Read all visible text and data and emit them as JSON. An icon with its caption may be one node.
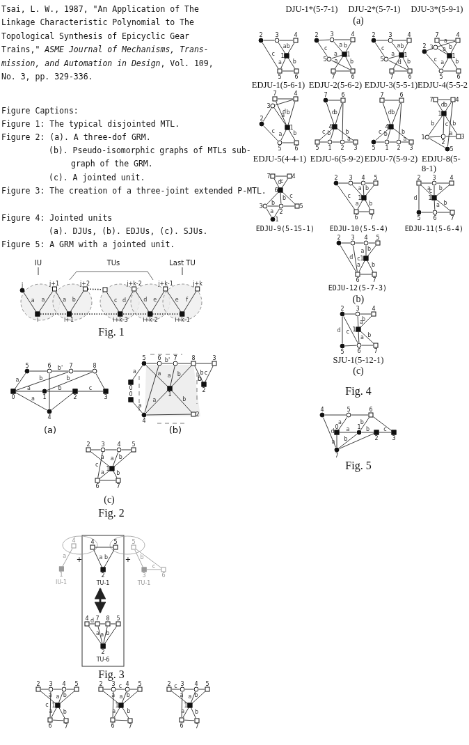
{
  "diagram": {
    "nodes": [
      {
        "text": [
          "j"
        ]
      },
      {
        "text": [
          "j+1"
        ]
      },
      {
        "text": [
          "j+2"
        ]
      },
      {
        "text": [],
        "shape": "box"
      },
      {
        "text": [
          "j+k-2"
        ]
      },
      {
        "text": [
          "j+k-1"
        ]
      },
      {
        "text": [
          "j+k"
        ]
      },
      {
        "text": [
          "i"
        ]
      },
      {
        "text": [
          "i+1"
        ]
      },
      {
        "text": [
          "i+k-3"
        ]
      },
      {
        "text": [
          "i+k-2"
        ]
      },
      {
        "text": [
          "i+k-1"
        ]
      },
      {
        "text": [
          "5"
        ]
      },
      {
        "text": [
          "6"
        ]
      },
      {
        "text": [
          "7"
        ]
      },
      {
        "text": [
          "8"
        ]
      },
      {
        "text": [
          "0"
        ]
      },
      {
        "text": [
          "1"
        ]
      },
      {
        "text": [
          "2"
        ]
      },
      {
        "text": [
          "3"
        ]
      },
      {
        "text": [
          "4"
        ]
      },
      {
        "text": [
          "5"
        ]
      },
      {
        "text": [
          "6"
        ]
      },
      {
        "text": [
          "7"
        ]
      },
      {
        "text": [
          "8"
        ]
      },
      {
        "text": [
          "3"
        ]
      },
      {
        "text": [
          "0"
        ]
      },
      {
        "text": [
          "0"
        ]
      },
      {
        "text": [
          "1"
        ]
      },
      {
        "text": [
          "2"
        ]
      },
      {
        "text": [
          "4"
        ]
      },
      {
        "text": [
          "2"
        ]
      },
      {
        "text": [
          "2"
        ]
      },
      {
        "text": [
          "3"
        ]
      },
      {
        "text": [
          "4"
        ]
      },
      {
        "text": [
          "5"
        ]
      },
      {
        "text": [
          "1"
        ]
      },
      {
        "text": [
          "6"
        ]
      },
      {
        "text": [
          "7"
        ]
      },
      {
        "text": [
          "4"
        ]
      },
      {
        "text": [
          "1"
        ],
        "beside": [
          "IU-1"
        ]
      },
      {
        "text": [
          "4"
        ]
      },
      {
        "text": [
          "5"
        ]
      },
      {
        "text": [
          "2"
        ],
        "beside": [
          "TU-1"
        ]
      },
      {
        "text": [
          "5"
        ]
      },
      {
        "text": [
          "3"
        ],
        "beside": [
          "TU-1"
        ]
      },
      {
        "text": [
          "6"
        ]
      },
      {
        "text": [
          "4"
        ]
      },
      {
        "text": [
          "7"
        ]
      },
      {
        "text": [
          "8"
        ]
      },
      {
        "text": [
          "5"
        ]
      },
      {
        "text": [
          "2"
        ],
        "beside": [
          "TU-6"
        ]
      },
      {
        "text": [
          "2"
        ]
      },
      {
        "text": [
          "3"
        ]
      },
      {
        "text": [
          "4"
        ]
      },
      {
        "text": [
          "5"
        ]
      },
      {
        "text": [
          "1"
        ]
      },
      {
        "text": [
          "6"
        ]
      },
      {
        "text": [
          "7"
        ]
      },
      {
        "text": [
          "2"
        ]
      },
      {
        "text": [
          "3"
        ]
      },
      {
        "text": [
          "4"
        ]
      },
      {
        "text": [
          "5"
        ]
      },
      {
        "text": [
          "1"
        ]
      },
      {
        "text": [
          "6"
        ]
      },
      {
        "text": [
          "7"
        ]
      },
      {
        "text": [
          "2"
        ]
      },
      {
        "text": [
          "3"
        ]
      },
      {
        "text": [
          "4"
        ]
      },
      {
        "text": [
          "5"
        ]
      },
      {
        "text": [
          "1"
        ]
      },
      {
        "text": [
          "6"
        ]
      },
      {
        "text": [
          "7"
        ]
      },
      {
        "text": [
          "2"
        ]
      },
      {
        "text": [
          "3"
        ]
      },
      {
        "text": [
          "4"
        ]
      },
      {
        "text": [
          "1"
        ]
      },
      {
        "text": [
          "5"
        ]
      },
      {
        "text": [
          "6"
        ]
      },
      {
        "text": [
          "2"
        ]
      },
      {
        "text": [
          "3"
        ]
      },
      {
        "text": [
          "4"
        ]
      },
      {
        "text": [
          "1"
        ]
      },
      {
        "text": [
          "5"
        ]
      },
      {
        "text": [
          "7"
        ]
      },
      {
        "text": [
          "6"
        ]
      },
      {
        "text": [
          "2"
        ]
      },
      {
        "text": [
          "3"
        ]
      },
      {
        "text": [
          "4"
        ]
      },
      {
        "text": [
          "1"
        ]
      },
      {
        "text": [
          "5"
        ]
      },
      {
        "text": [
          "7"
        ]
      },
      {
        "text": [
          "6"
        ]
      },
      {
        "text": [
          "7"
        ]
      },
      {
        "text": [
          "4"
        ]
      },
      {
        "text": [
          "3"
        ]
      },
      {
        "text": [
          "2"
        ]
      },
      {
        "text": [
          "1"
        ]
      },
      {
        "text": [
          "5"
        ]
      },
      {
        "text": [
          "6"
        ]
      },
      {
        "text": [
          "7"
        ]
      },
      {
        "text": [
          "4"
        ]
      },
      {
        "text": [
          "3"
        ]
      },
      {
        "text": [
          "2"
        ]
      },
      {
        "text": [
          "1"
        ]
      },
      {
        "text": [
          "5"
        ]
      },
      {
        "text": [
          "6"
        ]
      },
      {
        "text": [
          "7"
        ]
      },
      {
        "text": [
          "6"
        ]
      },
      {
        "text": [
          "4"
        ]
      },
      {
        "text": [
          "5"
        ]
      },
      {
        "text": [
          "1"
        ]
      },
      {
        "text": [
          "2"
        ]
      },
      {
        "text": [
          "3"
        ]
      },
      {
        "text": [
          "7"
        ]
      },
      {
        "text": [
          "6"
        ]
      },
      {
        "text": [
          "4"
        ]
      },
      {
        "text": [
          "5"
        ]
      },
      {
        "text": [
          "1"
        ]
      },
      {
        "text": [
          "2"
        ]
      },
      {
        "text": [
          "3"
        ]
      },
      {
        "text": [
          "7"
        ]
      },
      {
        "text": [
          "4"
        ]
      },
      {
        "text": [
          "1"
        ]
      },
      {
        "text": [
          "1"
        ]
      },
      {
        "text": [
          "2"
        ]
      },
      {
        "text": [
          "3"
        ]
      },
      {
        "text": [
          "5"
        ]
      },
      {
        "text": [
          "7"
        ]
      },
      {
        "text": [
          "4"
        ]
      },
      {
        "text": [
          "6"
        ]
      },
      {
        "text": [
          "3"
        ]
      },
      {
        "text": [
          "2"
        ]
      },
      {
        "text": [
          "5"
        ]
      },
      {
        "text": [
          "1"
        ]
      },
      {
        "text": [
          "2"
        ]
      },
      {
        "text": [
          "3"
        ]
      },
      {
        "text": [
          "4"
        ]
      },
      {
        "text": [
          "5"
        ]
      },
      {
        "text": [
          "1"
        ]
      },
      {
        "text": [
          "6"
        ]
      },
      {
        "text": [
          "7"
        ]
      },
      {
        "text": [
          "2"
        ]
      },
      {
        "text": [
          "3"
        ]
      },
      {
        "text": [
          "4"
        ]
      },
      {
        "text": [
          "1"
        ]
      },
      {
        "text": [
          "5"
        ]
      },
      {
        "text": [
          "6"
        ]
      },
      {
        "text": [
          "7"
        ]
      },
      {
        "text": [
          "2"
        ]
      },
      {
        "text": [
          "3"
        ]
      },
      {
        "text": [
          "4"
        ]
      },
      {
        "text": [
          "5"
        ]
      },
      {
        "text": [
          "1"
        ]
      },
      {
        "text": [
          "6"
        ]
      },
      {
        "text": [
          "7"
        ]
      },
      {
        "text": [
          "2"
        ]
      },
      {
        "text": [
          "3"
        ]
      },
      {
        "text": [
          "4"
        ]
      },
      {
        "text": [
          "1"
        ]
      },
      {
        "text": [
          "5"
        ]
      },
      {
        "text": [
          "6"
        ]
      },
      {
        "text": [
          "7"
        ]
      },
      {
        "text": [
          "4"
        ]
      },
      {
        "text": [
          "5"
        ]
      },
      {
        "text": [
          "6"
        ]
      },
      {
        "text": [
          "0"
        ]
      },
      {
        "text": [
          "1"
        ]
      },
      {
        "text": [
          "2"
        ]
      },
      {
        "text": [
          "3"
        ]
      },
      {
        "text": [
          "7"
        ]
      },
      {
        "text": [
          "IU"
        ]
      },
      {
        "text": [
          "Last TU"
        ]
      }
    ],
    "edges": [
      {
        "from": 0,
        "to": 7,
        "arrow": "none",
        "label": "a"
      },
      {
        "from": 7,
        "to": 1,
        "arrow": "none",
        "label": "a"
      },
      {
        "from": 1,
        "to": 8,
        "arrow": "none",
        "label": "a"
      },
      {
        "from": 8,
        "to": 2,
        "arrow": "none",
        "label": "b"
      },
      {
        "from": 2,
        "to": 3,
        "arrow": "none",
        "style": "dashed"
      },
      {
        "from": 3,
        "to": 9,
        "arrow": "none",
        "label": "c"
      },
      {
        "from": 9,
        "to": 4,
        "arrow": "none",
        "label": "d"
      },
      {
        "from": 4,
        "to": 10,
        "arrow": "none",
        "label": "d"
      },
      {
        "from": 10,
        "to": 5,
        "arrow": "none",
        "label": "e"
      },
      {
        "from": 5,
        "to": 11,
        "arrow": "none",
        "label": "e"
      },
      {
        "from": 11,
        "to": 6,
        "arrow": "none",
        "label": "f"
      },
      {
        "from": 7,
        "to": 11,
        "arrow": "none",
        "style": "dashed"
      },
      {
        "from": 12,
        "to": 13,
        "arrow": "none"
      },
      {
        "from": 13,
        "to": 14,
        "arrow": "none",
        "label": "b'"
      },
      {
        "from": 14,
        "to": 15,
        "arrow": "none"
      },
      {
        "from": 12,
        "to": 16,
        "arrow": "none",
        "label": "a"
      },
      {
        "from": 16,
        "to": 14,
        "arrow": "none",
        "label": "b"
      },
      {
        "from": 17,
        "to": 15,
        "arrow": "none",
        "label": "b"
      },
      {
        "from": 16,
        "to": 17,
        "arrow": "none",
        "label": "a"
      },
      {
        "from": 17,
        "to": 18,
        "arrow": "none",
        "label": "b"
      },
      {
        "from": 18,
        "to": 19,
        "arrow": "none",
        "label": "c"
      },
      {
        "from": 15,
        "to": 19,
        "arrow": "none"
      },
      {
        "from": 16,
        "to": 20,
        "arrow": "none",
        "label": "a"
      },
      {
        "from": 13,
        "to": 20,
        "arrow": "none"
      },
      {
        "from": 20,
        "to": 18,
        "arrow": "none"
      },
      {
        "from": 21,
        "to": 22,
        "arrow": "none"
      },
      {
        "from": 22,
        "to": 23,
        "arrow": "none",
        "label": "b'"
      },
      {
        "from": 23,
        "to": 24,
        "arrow": "none"
      },
      {
        "from": 24,
        "to": 25,
        "arrow": "none"
      },
      {
        "from": 25,
        "to": 29,
        "arrow": "none",
        "label": "c"
      },
      {
        "from": 24,
        "to": 29,
        "arrow": "none",
        "label": "b"
      },
      {
        "from": 21,
        "to": 26,
        "arrow": "none",
        "label": "a"
      },
      {
        "from": 27,
        "to": 30,
        "arrow": "none",
        "label": "a"
      },
      {
        "from": 21,
        "to": 28,
        "arrow": "none",
        "label": "a"
      },
      {
        "from": 30,
        "to": 22,
        "arrow": "none"
      },
      {
        "from": 23,
        "to": 28,
        "arrow": "none",
        "label": "a"
      },
      {
        "from": 24,
        "to": 28,
        "arrow": "none",
        "label": "b"
      },
      {
        "from": 28,
        "to": 30,
        "arrow": "none",
        "label": "a"
      },
      {
        "from": 28,
        "to": 31,
        "arrow": "none",
        "label": "b"
      },
      {
        "from": 30,
        "to": 31,
        "arrow": "none"
      },
      {
        "from": 32,
        "to": 33,
        "arrow": "none"
      },
      {
        "from": 33,
        "to": 34,
        "arrow": "none"
      },
      {
        "from": 34,
        "to": 35,
        "arrow": "none"
      },
      {
        "from": 32,
        "to": 36,
        "arrow": "none",
        "label": "a"
      },
      {
        "from": 34,
        "to": 36,
        "arrow": "none",
        "label": "a"
      },
      {
        "from": 35,
        "to": 36,
        "arrow": "none",
        "label": "b"
      },
      {
        "from": 33,
        "to": 37,
        "arrow": "none",
        "label": "c"
      },
      {
        "from": 36,
        "to": 37,
        "arrow": "none",
        "label": "a"
      },
      {
        "from": 36,
        "to": 38,
        "arrow": "none",
        "label": "b"
      },
      {
        "from": 37,
        "to": 38,
        "arrow": "none"
      },
      {
        "from": 39,
        "to": 40,
        "arrow": "none",
        "label": "a",
        "color": "#999999"
      },
      {
        "from": 41,
        "to": 42,
        "arrow": "none"
      },
      {
        "from": 41,
        "to": 43,
        "arrow": "none",
        "label": "a"
      },
      {
        "from": 42,
        "to": 43,
        "arrow": "none",
        "label": "b"
      },
      {
        "from": 44,
        "to": 45,
        "arrow": "none",
        "label": "b",
        "color": "#999999"
      },
      {
        "from": 45,
        "to": 46,
        "arrow": "none",
        "label": "c",
        "color": "#999999"
      },
      {
        "from": 44,
        "to": 46,
        "arrow": "none",
        "color": "#999999"
      },
      {
        "from": 47,
        "to": 48,
        "arrow": "none",
        "label": "d"
      },
      {
        "from": 48,
        "to": 49,
        "arrow": "none"
      },
      {
        "from": 49,
        "to": 50,
        "arrow": "none"
      },
      {
        "from": 47,
        "to": 51,
        "arrow": "none",
        "label": "a"
      },
      {
        "from": 48,
        "to": 51,
        "arrow": "none"
      },
      {
        "from": 49,
        "to": 51,
        "arrow": "none",
        "label": "a"
      },
      {
        "from": 50,
        "to": 51,
        "arrow": "none",
        "label": "b"
      },
      {
        "from": 43,
        "to": 48,
        "arrow": "both",
        "style": "thick"
      },
      {
        "from": 52,
        "to": 53,
        "arrow": "none"
      },
      {
        "from": 53,
        "to": 54,
        "arrow": "none"
      },
      {
        "from": 54,
        "to": 55,
        "arrow": "none"
      },
      {
        "from": 52,
        "to": 56,
        "arrow": "none",
        "label": "a"
      },
      {
        "from": 54,
        "to": 56,
        "arrow": "none",
        "label": "a"
      },
      {
        "from": 55,
        "to": 56,
        "arrow": "none",
        "label": "b"
      },
      {
        "from": 53,
        "to": 57,
        "arrow": "none",
        "label": "c"
      },
      {
        "from": 56,
        "to": 57,
        "arrow": "none",
        "label": "a"
      },
      {
        "from": 56,
        "to": 58,
        "arrow": "none",
        "label": "b"
      },
      {
        "from": 57,
        "to": 58,
        "arrow": "none"
      },
      {
        "from": 59,
        "to": 60,
        "arrow": "none"
      },
      {
        "from": 60,
        "to": 61,
        "arrow": "none",
        "label": "c"
      },
      {
        "from": 61,
        "to": 62,
        "arrow": "none"
      },
      {
        "from": 59,
        "to": 63,
        "arrow": "none",
        "label": "a"
      },
      {
        "from": 61,
        "to": 63,
        "arrow": "none",
        "label": "a"
      },
      {
        "from": 62,
        "to": 63,
        "arrow": "none",
        "label": "b"
      },
      {
        "from": 60,
        "to": 64,
        "arrow": "none"
      },
      {
        "from": 63,
        "to": 64,
        "arrow": "none",
        "label": "a"
      },
      {
        "from": 63,
        "to": 65,
        "arrow": "none",
        "label": "b"
      },
      {
        "from": 64,
        "to": 65,
        "arrow": "none"
      },
      {
        "from": 66,
        "to": 67,
        "arrow": "none",
        "label": "c"
      },
      {
        "from": 67,
        "to": 68,
        "arrow": "none"
      },
      {
        "from": 68,
        "to": 69,
        "arrow": "none"
      },
      {
        "from": 66,
        "to": 70,
        "arrow": "none",
        "label": "a"
      },
      {
        "from": 68,
        "to": 70,
        "arrow": "none",
        "label": "a"
      },
      {
        "from": 69,
        "to": 70,
        "arrow": "none",
        "label": "b"
      },
      {
        "from": 67,
        "to": 71,
        "arrow": "none"
      },
      {
        "from": 70,
        "to": 71,
        "arrow": "none",
        "label": "a"
      },
      {
        "from": 70,
        "to": 72,
        "arrow": "none",
        "label": "b"
      },
      {
        "from": 71,
        "to": 72,
        "arrow": "none"
      },
      {
        "from": 73,
        "to": 74,
        "arrow": "none"
      },
      {
        "from": 74,
        "to": 75,
        "arrow": "none"
      },
      {
        "from": 73,
        "to": 77,
        "arrow": "none",
        "label": "c"
      },
      {
        "from": 74,
        "to": 76,
        "arrow": "none",
        "label": "a"
      },
      {
        "from": 75,
        "to": 76,
        "arrow": "none",
        "label": "b"
      },
      {
        "from": 76,
        "to": 77,
        "arrow": "none",
        "label": "a"
      },
      {
        "from": 76,
        "to": 78,
        "arrow": "none",
        "label": "b"
      },
      {
        "from": 77,
        "to": 78,
        "arrow": "none"
      },
      {
        "from": 79,
        "to": 80,
        "arrow": "none"
      },
      {
        "from": 80,
        "to": 81,
        "arrow": "none"
      },
      {
        "from": 79,
        "to": 83,
        "arrow": "none",
        "label": "c"
      },
      {
        "from": 80,
        "to": 82,
        "arrow": "none",
        "label": "a"
      },
      {
        "from": 83,
        "to": 82,
        "arrow": "none",
        "label": "a"
      },
      {
        "from": 81,
        "to": 82,
        "arrow": "none",
        "label": "b"
      },
      {
        "from": 82,
        "to": 84,
        "arrow": "none",
        "label": "a"
      },
      {
        "from": 82,
        "to": 85,
        "arrow": "none",
        "label": "b"
      },
      {
        "from": 84,
        "to": 85,
        "arrow": "none"
      },
      {
        "from": 83,
        "to": 85,
        "arrow": "none"
      },
      {
        "from": 86,
        "to": 87,
        "arrow": "none"
      },
      {
        "from": 87,
        "to": 88,
        "arrow": "none"
      },
      {
        "from": 86,
        "to": 90,
        "arrow": "none",
        "label": "c"
      },
      {
        "from": 87,
        "to": 89,
        "arrow": "none",
        "label": "a"
      },
      {
        "from": 90,
        "to": 89,
        "arrow": "none",
        "label": "a"
      },
      {
        "from": 88,
        "to": 89,
        "arrow": "none",
        "label": "b"
      },
      {
        "from": 90,
        "to": 92,
        "arrow": "none",
        "label": "d"
      },
      {
        "from": 89,
        "to": 92,
        "arrow": "none",
        "label": "b"
      },
      {
        "from": 91,
        "to": 92,
        "arrow": "none"
      },
      {
        "from": 91,
        "to": 89,
        "arrow": "none"
      },
      {
        "from": 93,
        "to": 94,
        "arrow": "none"
      },
      {
        "from": 95,
        "to": 94,
        "arrow": "none",
        "label": "a"
      },
      {
        "from": 93,
        "to": 97,
        "arrow": "none"
      },
      {
        "from": 96,
        "to": 95,
        "arrow": "none"
      },
      {
        "from": 95,
        "to": 97,
        "arrow": "none",
        "label": "a"
      },
      {
        "from": 94,
        "to": 97,
        "arrow": "none",
        "label": "b"
      },
      {
        "from": 96,
        "to": 98,
        "arrow": "none",
        "label": "c"
      },
      {
        "from": 97,
        "to": 98,
        "arrow": "none",
        "label": "a"
      },
      {
        "from": 97,
        "to": 99,
        "arrow": "none",
        "label": "b"
      },
      {
        "from": 98,
        "to": 99,
        "arrow": "none"
      },
      {
        "from": 100,
        "to": 101,
        "arrow": "none"
      },
      {
        "from": 102,
        "to": 101,
        "arrow": "none"
      },
      {
        "from": 100,
        "to": 104,
        "arrow": "none",
        "label": "d"
      },
      {
        "from": 102,
        "to": 104,
        "arrow": "none",
        "label": "a"
      },
      {
        "from": 101,
        "to": 104,
        "arrow": "none",
        "label": "b"
      },
      {
        "from": 103,
        "to": 102,
        "arrow": "none"
      },
      {
        "from": 103,
        "to": 105,
        "arrow": "none",
        "label": "c"
      },
      {
        "from": 104,
        "to": 105,
        "arrow": "none",
        "label": "a"
      },
      {
        "from": 104,
        "to": 106,
        "arrow": "none",
        "label": "b"
      },
      {
        "from": 105,
        "to": 106,
        "arrow": "none"
      },
      {
        "from": 107,
        "to": 108,
        "arrow": "none"
      },
      {
        "from": 107,
        "to": 109,
        "arrow": "none",
        "label": "d"
      },
      {
        "from": 108,
        "to": 109,
        "arrow": "none",
        "label": "b"
      },
      {
        "from": 108,
        "to": 112,
        "arrow": "none"
      },
      {
        "from": 109,
        "to": 110,
        "arrow": "none",
        "label": "c"
      },
      {
        "from": 109,
        "to": 111,
        "arrow": "none",
        "label": "b"
      },
      {
        "from": 109,
        "to": 113,
        "arrow": "none",
        "label": "b"
      },
      {
        "from": 110,
        "to": 111,
        "arrow": "none"
      },
      {
        "from": 111,
        "to": 112,
        "arrow": "none"
      },
      {
        "from": 112,
        "to": 113,
        "arrow": "none",
        "label": "a"
      },
      {
        "from": 114,
        "to": 115,
        "arrow": "none"
      },
      {
        "from": 114,
        "to": 116,
        "arrow": "none",
        "label": "d"
      },
      {
        "from": 115,
        "to": 116,
        "arrow": "none",
        "label": "b"
      },
      {
        "from": 115,
        "to": 119,
        "arrow": "none"
      },
      {
        "from": 116,
        "to": 117,
        "arrow": "none",
        "label": "c"
      },
      {
        "from": 116,
        "to": 118,
        "arrow": "none",
        "label": "b"
      },
      {
        "from": 116,
        "to": 120,
        "arrow": "none",
        "label": "b"
      },
      {
        "from": 117,
        "to": 118,
        "arrow": "none"
      },
      {
        "from": 118,
        "to": 119,
        "arrow": "none"
      },
      {
        "from": 119,
        "to": 120,
        "arrow": "none",
        "label": "a"
      },
      {
        "from": 121,
        "to": 122,
        "arrow": "none"
      },
      {
        "from": 121,
        "to": 123,
        "arrow": "none",
        "label": "d"
      },
      {
        "from": 122,
        "to": 123,
        "arrow": "none",
        "label": "b"
      },
      {
        "from": 123,
        "to": 124,
        "arrow": "none",
        "label": "b"
      },
      {
        "from": 123,
        "to": 125,
        "arrow": "none"
      },
      {
        "from": 123,
        "to": 126,
        "arrow": "none",
        "label": "b"
      },
      {
        "from": 122,
        "to": 127,
        "arrow": "none",
        "label": "c"
      },
      {
        "from": 124,
        "to": 125,
        "arrow": "none"
      },
      {
        "from": 125,
        "to": 126,
        "arrow": "none",
        "label": "a"
      },
      {
        "from": 124,
        "to": 127,
        "arrow": "none"
      },
      {
        "from": 128,
        "to": 129,
        "arrow": "none"
      },
      {
        "from": 128,
        "to": 130,
        "arrow": "none",
        "label": "d"
      },
      {
        "from": 130,
        "to": 129,
        "arrow": "none",
        "label": "c"
      },
      {
        "from": 130,
        "to": 133,
        "arrow": "none",
        "label": "c"
      },
      {
        "from": 130,
        "to": 131,
        "arrow": "none"
      },
      {
        "from": 130,
        "to": 132,
        "arrow": "none",
        "label": "b"
      },
      {
        "from": 131,
        "to": 132,
        "arrow": "none",
        "label": "b"
      },
      {
        "from": 131,
        "to": 134,
        "arrow": "none",
        "label": "a"
      },
      {
        "from": 132,
        "to": 134,
        "arrow": "none"
      },
      {
        "from": 132,
        "to": 133,
        "arrow": "none"
      },
      {
        "from": 135,
        "to": 136,
        "arrow": "none"
      },
      {
        "from": 136,
        "to": 137,
        "arrow": "none"
      },
      {
        "from": 137,
        "to": 138,
        "arrow": "none"
      },
      {
        "from": 136,
        "to": 139,
        "arrow": "none",
        "label": "a"
      },
      {
        "from": 137,
        "to": 139,
        "arrow": "none"
      },
      {
        "from": 138,
        "to": 139,
        "arrow": "none",
        "label": "b"
      },
      {
        "from": 135,
        "to": 140,
        "arrow": "none",
        "label": "c"
      },
      {
        "from": 139,
        "to": 140,
        "arrow": "none",
        "label": "a"
      },
      {
        "from": 139,
        "to": 141,
        "arrow": "none",
        "label": "b"
      },
      {
        "from": 140,
        "to": 141,
        "arrow": "none"
      },
      {
        "from": 142,
        "to": 143,
        "arrow": "none"
      },
      {
        "from": 143,
        "to": 144,
        "arrow": "none"
      },
      {
        "from": 142,
        "to": 145,
        "arrow": "none",
        "label": "a"
      },
      {
        "from": 143,
        "to": 145,
        "arrow": "none",
        "label": "c"
      },
      {
        "from": 144,
        "to": 145,
        "arrow": "none",
        "label": "b"
      },
      {
        "from": 142,
        "to": 146,
        "arrow": "none",
        "label": "d"
      },
      {
        "from": 145,
        "to": 147,
        "arrow": "none",
        "label": "a"
      },
      {
        "from": 145,
        "to": 148,
        "arrow": "none",
        "label": "b"
      },
      {
        "from": 146,
        "to": 147,
        "arrow": "none"
      },
      {
        "from": 147,
        "to": 148,
        "arrow": "none"
      },
      {
        "from": 149,
        "to": 150,
        "arrow": "none"
      },
      {
        "from": 150,
        "to": 151,
        "arrow": "none"
      },
      {
        "from": 151,
        "to": 152,
        "arrow": "none"
      },
      {
        "from": 151,
        "to": 153,
        "arrow": "none",
        "label": "a"
      },
      {
        "from": 152,
        "to": 153,
        "arrow": "none",
        "label": "b"
      },
      {
        "from": 149,
        "to": 154,
        "arrow": "none",
        "label": "d"
      },
      {
        "from": 150,
        "to": 154,
        "arrow": "none",
        "label": "c"
      },
      {
        "from": 153,
        "to": 154,
        "arrow": "none",
        "label": "a"
      },
      {
        "from": 153,
        "to": 155,
        "arrow": "none",
        "label": "b"
      },
      {
        "from": 154,
        "to": 155,
        "arrow": "none"
      },
      {
        "from": 156,
        "to": 157,
        "arrow": "none"
      },
      {
        "from": 157,
        "to": 158,
        "arrow": "none"
      },
      {
        "from": 157,
        "to": 159,
        "arrow": "none",
        "label": "a"
      },
      {
        "from": 158,
        "to": 159,
        "arrow": "none",
        "label": "b"
      },
      {
        "from": 156,
        "to": 160,
        "arrow": "none",
        "label": "d"
      },
      {
        "from": 156,
        "to": 161,
        "arrow": "none",
        "label": "c"
      },
      {
        "from": 159,
        "to": 161,
        "arrow": "none",
        "label": "a"
      },
      {
        "from": 159,
        "to": 162,
        "arrow": "none",
        "label": "b"
      },
      {
        "from": 160,
        "to": 161,
        "arrow": "none"
      },
      {
        "from": 161,
        "to": 162,
        "arrow": "none"
      },
      {
        "from": 163,
        "to": 164,
        "arrow": "none"
      },
      {
        "from": 164,
        "to": 165,
        "arrow": "none"
      },
      {
        "from": 165,
        "to": 169,
        "arrow": "none"
      },
      {
        "from": 164,
        "to": 166,
        "arrow": "none",
        "label": "a"
      },
      {
        "from": 165,
        "to": 167,
        "arrow": "none",
        "label": "b"
      },
      {
        "from": 166,
        "to": 167,
        "arrow": "none",
        "label": "a"
      },
      {
        "from": 167,
        "to": 168,
        "arrow": "none",
        "label": "b"
      },
      {
        "from": 168,
        "to": 169,
        "arrow": "none",
        "label": "c"
      },
      {
        "from": 163,
        "to": 170,
        "arrow": "none",
        "label": "d"
      },
      {
        "from": 166,
        "to": 170,
        "arrow": "none",
        "label": "a"
      },
      {
        "from": 170,
        "to": 167,
        "arrow": "none",
        "label": "b"
      },
      {
        "from": 170,
        "to": 168,
        "arrow": "none"
      },
      {
        "from": 171,
        "to": null,
        "arrow": "none"
      },
      {
        "from": 172,
        "to": null,
        "arrow": "none"
      }
    ],
    "labels": [
      "Tsai, L. W., 1987, \"An Application of The Linkage Characteristic Polynomial to The Topological Synthesis of Epicyclic Gear Trains,\" *ASME Journal of Mechanisms, Trans-mission, and Automation in Design*, Vol. 109, No. 3, pp. 329-336.",
      "Figure Captions:",
      "Figure 1: The typical disjointed MTL.",
      "Figure 2: (a). A three-dof GRM.",
      "(b). Pseudo-isomorphic graphs of MTLs sub-graph of the GRM.",
      "(c). A jointed unit.",
      "Figure 3: The creation of a three-joint extended P-MTL.",
      "Figure 4: Jointed units",
      "(a). DJUs, (b). EDJUs, (c). SJUs.",
      "Figure 5: A GRM with a jointed unit.",
      "TUs",
      "Fig. 1",
      "b",
      "(a)",
      "(b)",
      "(c)",
      "Fig. 2",
      "+",
      "+",
      "Fig. 3",
      "DJU-1*(5-7-1)",
      "DJU-2*(5-7-1)",
      "DJU-3*(5-9-1)",
      "(a)",
      "EDJU-1(5-6-1)",
      "EDJU-2(5-6-2)",
      "EDJU-3(5-5-1)",
      "EDJU-4(5-5-2",
      "EDJU-5(4-4-1)",
      "EDJU-6(5-9-2)",
      "EDJU-7(5-9-2)",
      "EDJU-8(5-8-1)",
      "EDJU-9(5-15-1)",
      "EDJU-10(5-5-4)",
      "EDJU-11(5-6-4)",
      "EDJU-12(5-7-3)",
      "(b)",
      "SJU-1(5-12-1)",
      "(c)",
      "Fig. 4",
      "Fig. 5"
    ]
  }
}
